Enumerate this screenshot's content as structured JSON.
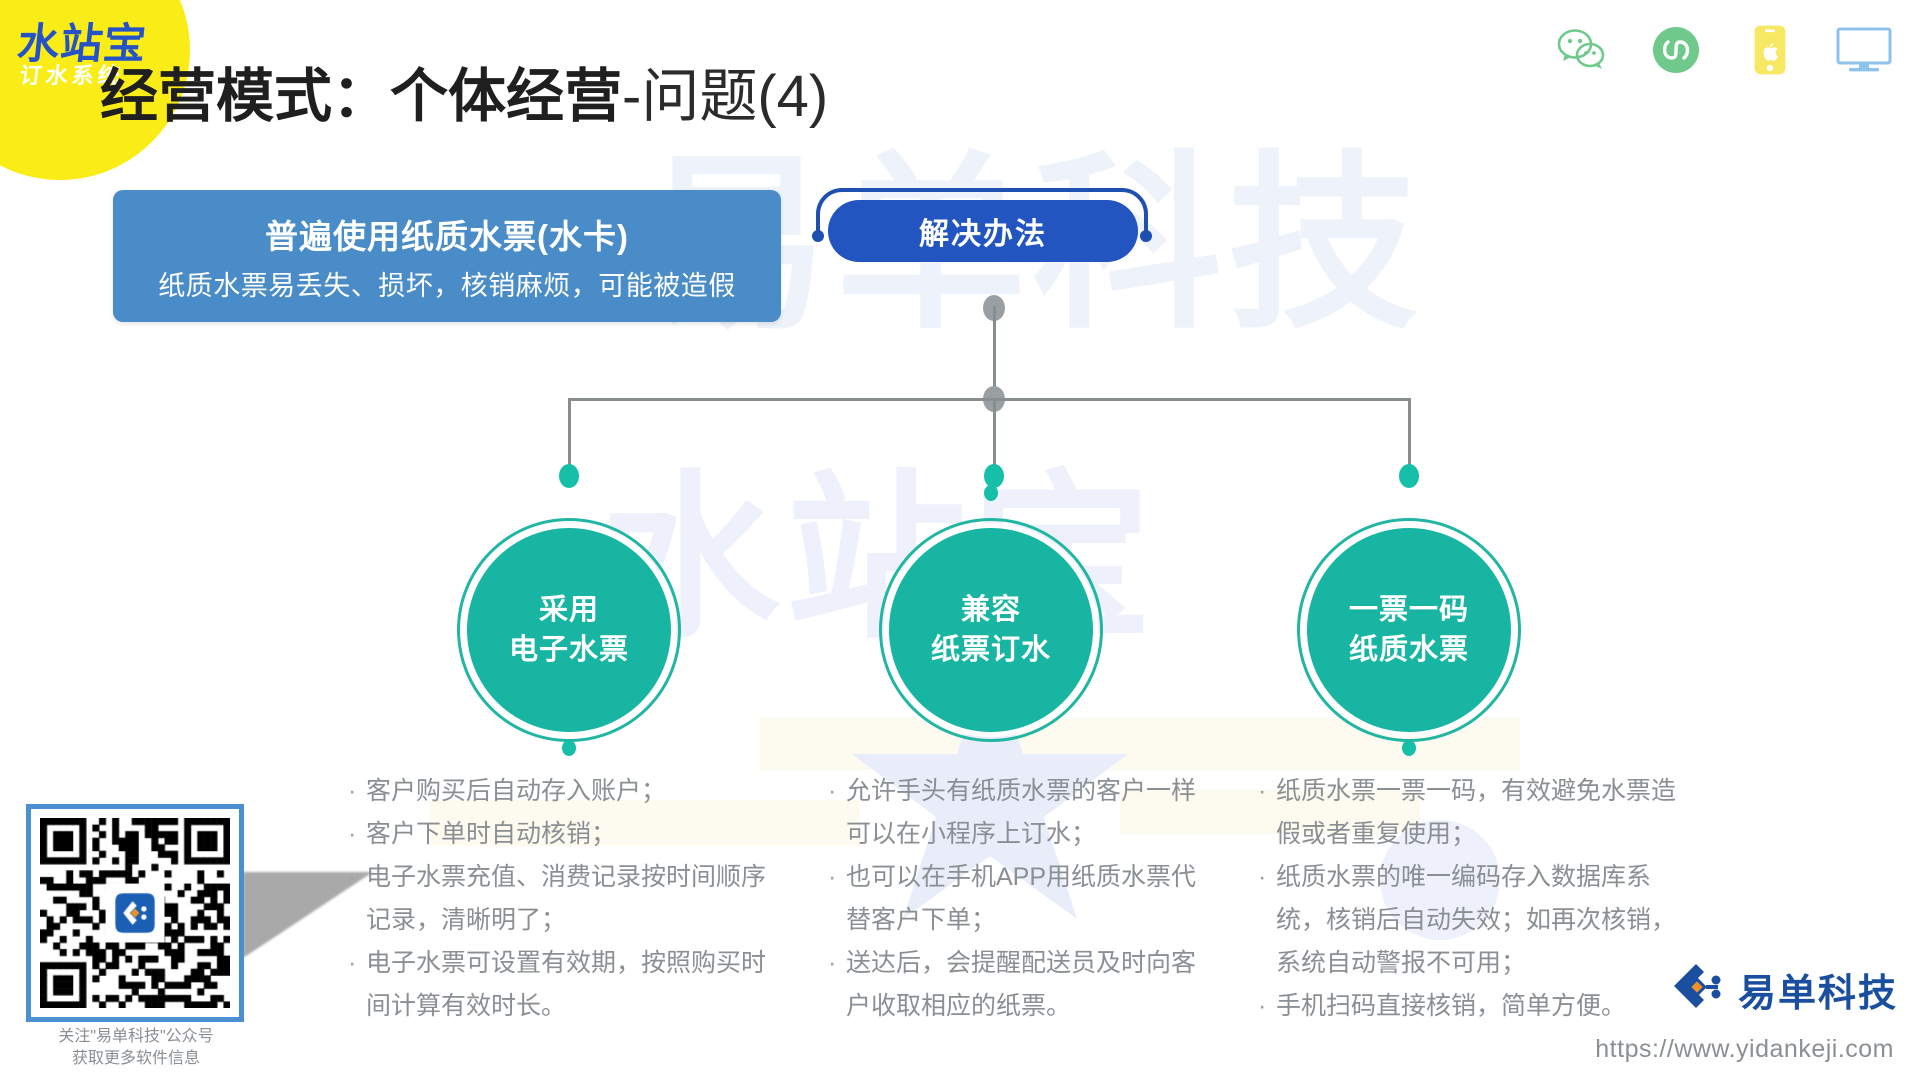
{
  "brandLogo": {
    "main": "水站宝",
    "sub": "订水系统"
  },
  "title": {
    "strong": "经营模式：个体经营",
    "light": "-问题(4)"
  },
  "channels": [
    {
      "name": "wechat-icon",
      "label": "微信"
    },
    {
      "name": "miniprogram-icon",
      "label": "小程序"
    },
    {
      "name": "mobile-app-icon",
      "label": "手机APP"
    },
    {
      "name": "desktop-icon",
      "label": "电脑端"
    }
  ],
  "problem": {
    "title": "普遍使用纸质水票(水卡)",
    "desc": "纸质水票易丢失、损坏，核销麻烦，可能被造假"
  },
  "solution": {
    "label": "解决办法"
  },
  "nodes": [
    {
      "line1": "采用",
      "line2": "电子水票"
    },
    {
      "line1": "兼容",
      "line2": "纸票订水"
    },
    {
      "line1": "一票一码",
      "line2": "纸质水票"
    }
  ],
  "columns": [
    {
      "bullet": "·",
      "items": [
        "客户购买后自动存入账户；",
        "客户下单时自动核销；",
        "电子水票充值、消费记录按时间顺序记录，清晰明了；",
        "电子水票可设置有效期，按照购买时间计算有效时长。"
      ]
    },
    {
      "bullet": "·",
      "items": [
        "允许手头有纸质水票的客户一样可以在小程序上订水；",
        "也可以在手机APP用纸质水票代替客户下单；",
        "送达后，会提醒配送员及时向客户收取相应的纸票。"
      ]
    },
    {
      "bullet": "·",
      "items": [
        "纸质水票一票一码，有效避免水票造假或者重复使用；",
        "纸质水票的唯一编码存入数据库系统，核销后自动失效；如再次核销，系统自动警报不可用；",
        "手机扫码直接核销，简单方便。"
      ]
    }
  ],
  "qr": {
    "caption_line1": "关注\"易单科技\"公众号",
    "caption_line2": "获取更多软件信息"
  },
  "footer": {
    "brandName": "易单科技",
    "url": "https://www.yidankeji.com"
  },
  "watermark": {
    "top": "易单科技",
    "mid": "水站宝"
  },
  "colors": {
    "badgeYellow": "#faed17",
    "logoBlue": "#2552c6",
    "problemBlue": "#4a8cc7",
    "solutionBlue": "#2255bf",
    "nodeTeal": "#18b5a2",
    "connectorGray": "#888d8f",
    "bodyGray": "#8a8f93",
    "brandNavy": "#1a4fa0"
  }
}
